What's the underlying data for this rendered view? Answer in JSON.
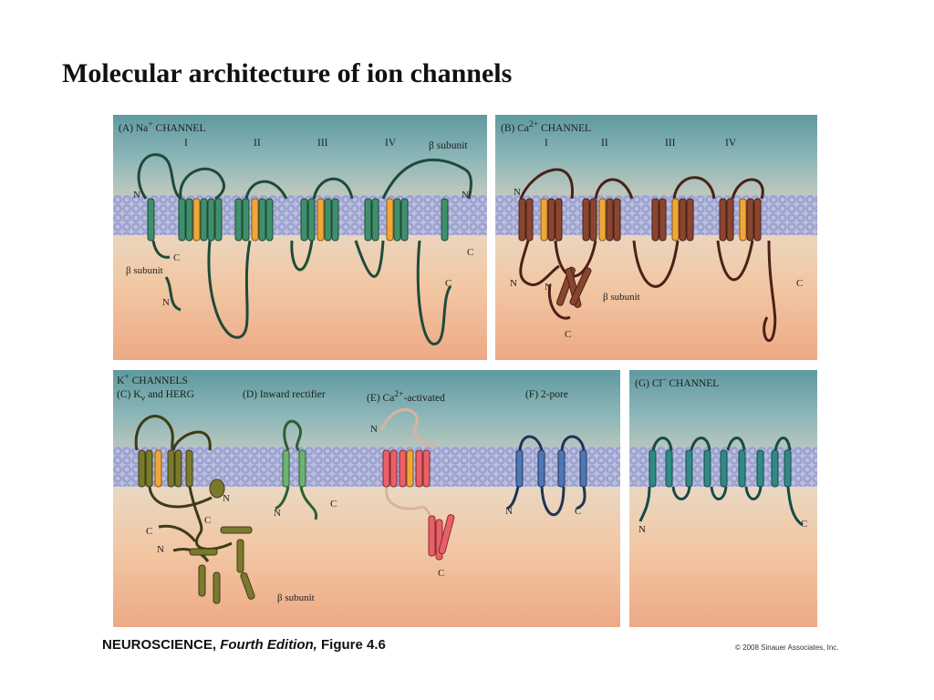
{
  "title": "Molecular architecture of ion channels",
  "panels": {
    "a": {
      "heading": "(A)  Na<sup>+</sup> CHANNEL",
      "domains": [
        "I",
        "II",
        "III",
        "IV"
      ],
      "beta_top": "β subunit",
      "beta_bottom": "β subunit"
    },
    "b": {
      "heading": "(B)  Ca<sup>2+</sup> CHANNEL",
      "domains": [
        "I",
        "II",
        "III",
        "IV"
      ],
      "beta": "β subunit"
    },
    "k": {
      "group": "K<sup>+</sup> CHANNELS",
      "c": "(C)  K<sub>v</sub> and HERG",
      "d": "(D)  Inward rectifier",
      "e": "(E)  Ca<sup>2+</sup>-activated",
      "f": "(F)  2-pore",
      "beta": "β subunit"
    },
    "g": {
      "heading": "(G)  Cl<sup>–</sup> CHANNEL"
    }
  },
  "terminal_labels": {
    "n": "N",
    "c": "C"
  },
  "colors": {
    "na_helix": "#3f8f6c",
    "na_line": "#1f4a3a",
    "ca_helix": "#8a4530",
    "ca_line": "#4a2216",
    "kv_helix": "#7b7a2c",
    "kv_line": "#3e3c16",
    "ir_helix": "#6cb36f",
    "ir_line": "#2f5e35",
    "kca_helix": "#e8606a",
    "kca_line": "#d9b29e",
    "twopore_helix": "#4f77b5",
    "twopore_line": "#1e3558",
    "cl_helix": "#2f8a86",
    "cl_line": "#174a48",
    "pore_helix": "#f0a63a"
  },
  "footer": {
    "book": "NEUROSCIENCE,",
    "edition": "Fourth Edition,",
    "figure": "Figure 4.6"
  },
  "copyright": "© 2008 Sinauer Associates, Inc."
}
